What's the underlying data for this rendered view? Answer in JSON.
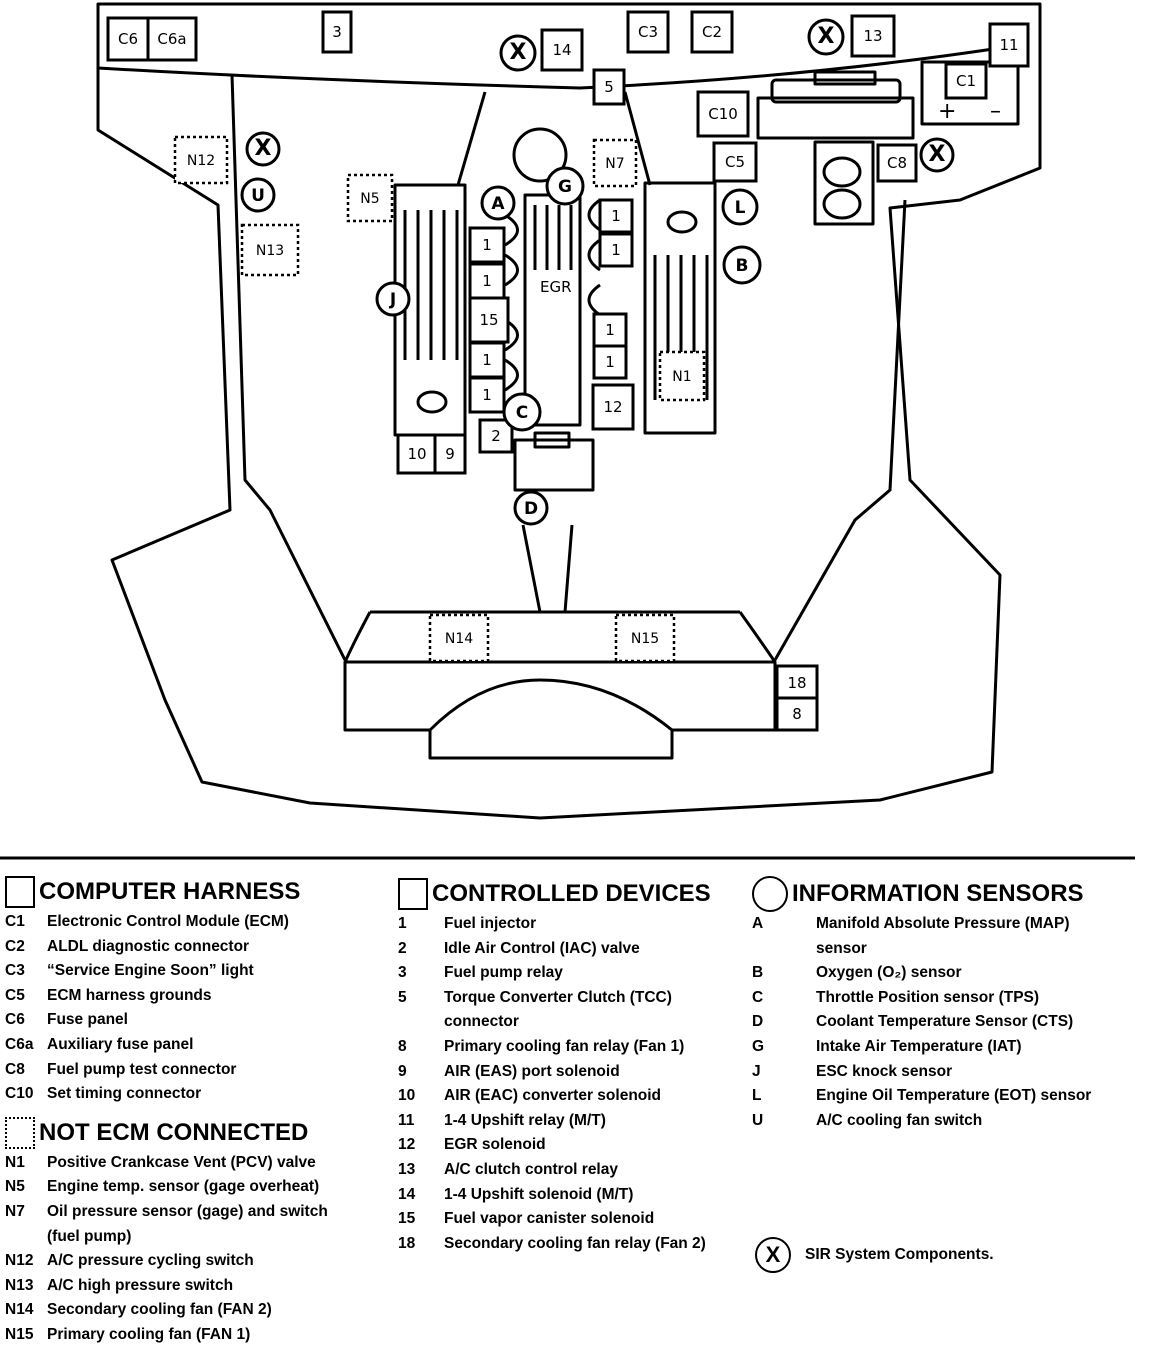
{
  "diagram": {
    "computer_harness_boxes": [
      "C6",
      "C6a",
      "C3",
      "C2",
      "C1",
      "C10",
      "C5",
      "C8"
    ],
    "controlled_device_boxes": [
      "3",
      "14",
      "13",
      "11",
      "5",
      "1",
      "1",
      "1",
      "1",
      "1",
      "1",
      "1",
      "1",
      "15",
      "2",
      "10",
      "9",
      "12",
      "18",
      "8"
    ],
    "not_ecm_boxes": [
      "N12",
      "N13",
      "N5",
      "N7",
      "N1",
      "N14",
      "N15"
    ],
    "sensor_circles": [
      "A",
      "G",
      "L",
      "B",
      "J",
      "C",
      "D",
      "U"
    ],
    "sir_marks": [
      "X",
      "X",
      "X",
      "X"
    ],
    "inline_labels": {
      "egr": "EGR",
      "plus": "+",
      "minus": "–"
    }
  },
  "legend": {
    "computer_harness": {
      "title": "COMPUTER HARNESS",
      "items": [
        {
          "code": "C1",
          "text": "Electronic Control Module (ECM)"
        },
        {
          "code": "C2",
          "text": "ALDL diagnostic connector"
        },
        {
          "code": "C3",
          "text": "“Service Engine Soon” light"
        },
        {
          "code": "C5",
          "text": "ECM harness grounds"
        },
        {
          "code": "C6",
          "text": "Fuse panel"
        },
        {
          "code": "C6a",
          "text": "Auxiliary fuse panel"
        },
        {
          "code": "C8",
          "text": "Fuel pump test connector"
        },
        {
          "code": "C10",
          "text": "Set timing connector"
        }
      ]
    },
    "not_ecm_connected": {
      "title": "NOT ECM CONNECTED",
      "items": [
        {
          "code": "N1",
          "text": "Positive Crankcase Vent (PCV) valve"
        },
        {
          "code": "N5",
          "text": "Engine temp. sensor (gage overheat)"
        },
        {
          "code": "N7",
          "text": "Oil pressure sensor (gage) and switch"
        },
        {
          "code": "",
          "text": "(fuel pump)"
        },
        {
          "code": "N12",
          "text": "A/C pressure cycling switch"
        },
        {
          "code": "N13",
          "text": "A/C high pressure switch"
        },
        {
          "code": "N14",
          "text": "Secondary cooling fan (FAN 2)"
        },
        {
          "code": "N15",
          "text": "Primary cooling fan (FAN 1)"
        }
      ]
    },
    "controlled_devices": {
      "title": "CONTROLLED DEVICES",
      "items": [
        {
          "code": "1",
          "text": "Fuel injector"
        },
        {
          "code": "2",
          "text": "Idle Air Control (IAC) valve"
        },
        {
          "code": "3",
          "text": "Fuel pump relay"
        },
        {
          "code": "5",
          "text": "Torque Converter Clutch (TCC)"
        },
        {
          "code": "",
          "text": "connector"
        },
        {
          "code": "8",
          "text": "Primary cooling fan relay (Fan 1)"
        },
        {
          "code": "9",
          "text": "AIR (EAS) port solenoid"
        },
        {
          "code": "10",
          "text": "AIR (EAC) converter solenoid"
        },
        {
          "code": "11",
          "text": "1-4 Upshift relay (M/T)"
        },
        {
          "code": "12",
          "text": "EGR solenoid"
        },
        {
          "code": "13",
          "text": "A/C clutch control relay"
        },
        {
          "code": "14",
          "text": "1-4 Upshift solenoid (M/T)"
        },
        {
          "code": "15",
          "text": "Fuel vapor canister solenoid"
        },
        {
          "code": "18",
          "text": "Secondary cooling fan relay (Fan 2)"
        }
      ]
    },
    "information_sensors": {
      "title": "INFORMATION SENSORS",
      "items": [
        {
          "code": "A",
          "text": "Manifold Absolute Pressure (MAP)"
        },
        {
          "code": "",
          "text": "sensor"
        },
        {
          "code": "B",
          "text": "Oxygen (O₂) sensor"
        },
        {
          "code": "C",
          "text": "Throttle Position sensor (TPS)"
        },
        {
          "code": "D",
          "text": "Coolant Temperature Sensor (CTS)"
        },
        {
          "code": "G",
          "text": "Intake Air Temperature (IAT)"
        },
        {
          "code": "J",
          "text": "ESC knock sensor"
        },
        {
          "code": "L",
          "text": "Engine Oil Temperature (EOT) sensor"
        },
        {
          "code": "U",
          "text": "A/C cooling fan switch"
        }
      ]
    },
    "sir": {
      "symbol": "X",
      "text": "SIR System Components."
    }
  }
}
